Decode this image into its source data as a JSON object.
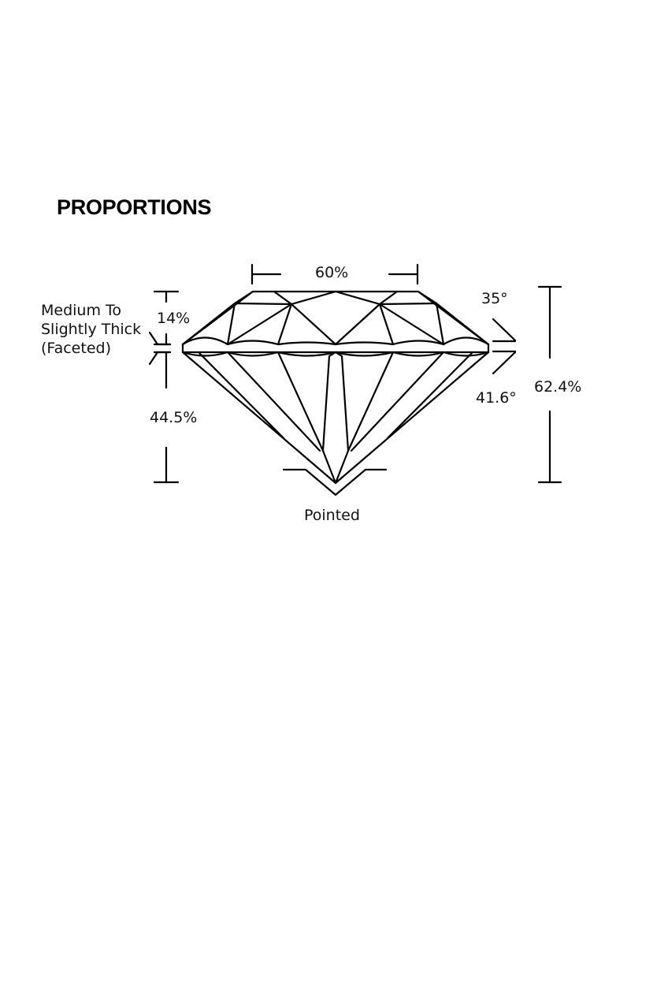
{
  "title": "PROPORTIONS",
  "girdle": {
    "lines": [
      "Medium To",
      "Slightly Thick",
      "(Faceted)"
    ]
  },
  "measurements": {
    "table": "60%",
    "crown_height": "14%",
    "pavilion_depth": "44.5%",
    "total_depth": "62.4%",
    "crown_angle": "35°",
    "pavilion_angle": "41.6°",
    "culet": "Pointed"
  }
}
